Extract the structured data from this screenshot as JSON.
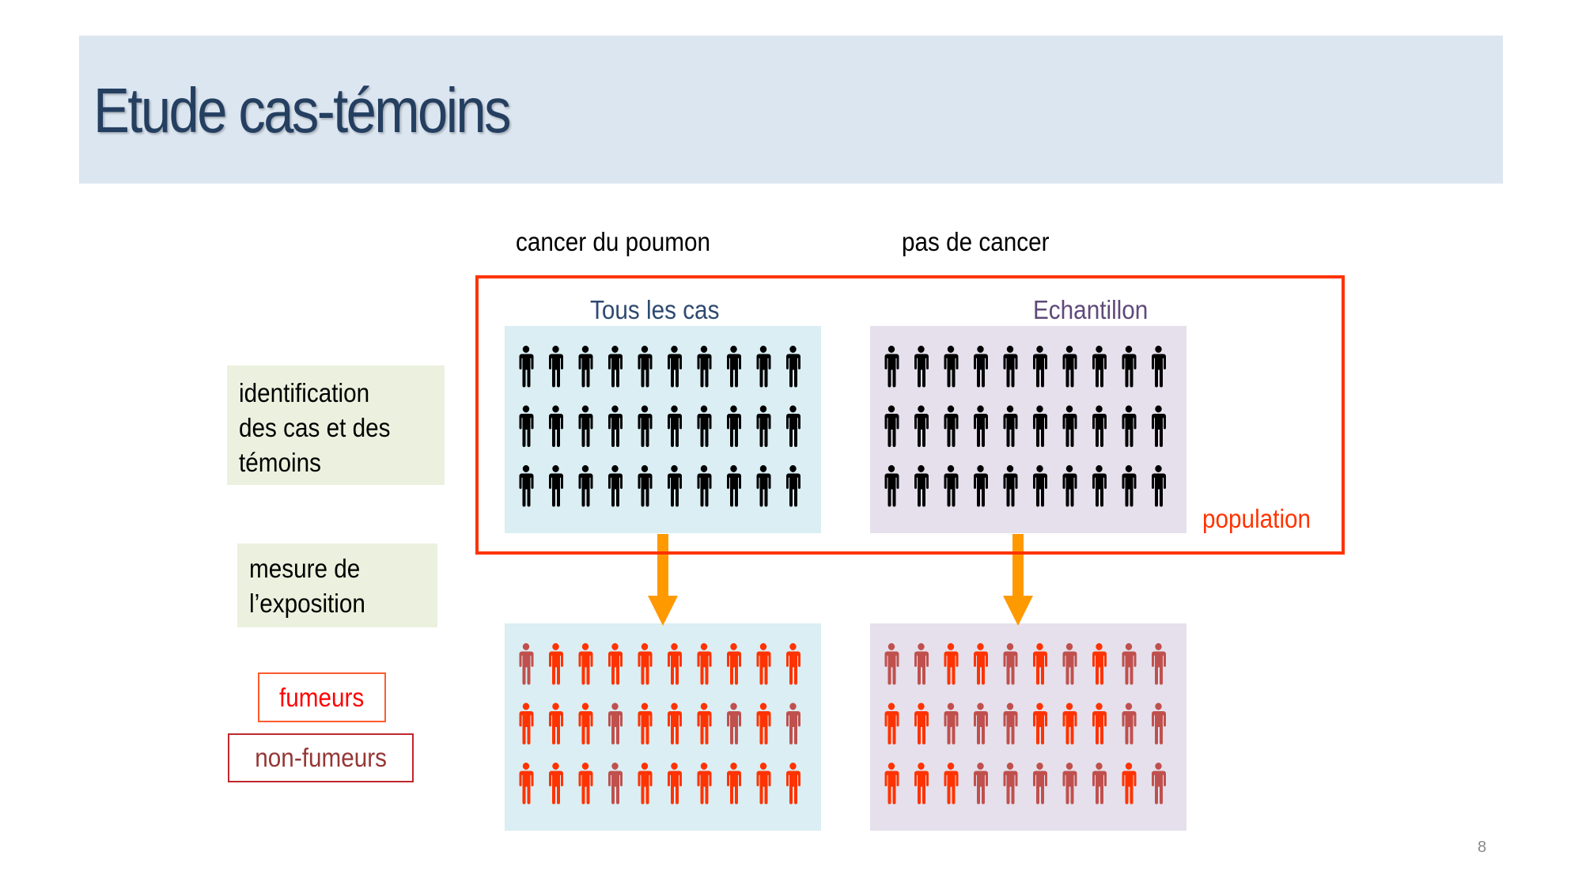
{
  "slide": {
    "title": "Etude cas-témoins",
    "page_number": "8"
  },
  "columns": {
    "cases_header": "cancer du poumon",
    "controls_header": "pas de cancer"
  },
  "groups": {
    "cases_label": "Tous les cas",
    "controls_label": "Echantillon",
    "population_label": "population"
  },
  "steps": {
    "identification": [
      "identification",
      "des cas et des",
      "témoins"
    ],
    "exposure": [
      "mesure de",
      "l’exposition"
    ]
  },
  "legend": {
    "smokers": "fumeurs",
    "non_smokers": "non-fumeurs"
  },
  "colors": {
    "header_band": "#DCE6F1",
    "title": "#243F60",
    "population_border": "#FF3300",
    "cases_bg": "#DAEEF3",
    "controls_bg": "#E5E0EC",
    "arrow": "#FF9900",
    "step_bg": "#EBF1DE",
    "smoker": "#FF3300",
    "non_smoker": "#C0504D",
    "unknown": "#000000",
    "cases_label": "#2E4A70",
    "controls_label": "#5F497A",
    "smokers_text": "#FF0000",
    "smokers_border": "#FF5B2E",
    "non_smokers_text": "#953735",
    "non_smokers_border": "#C0272D"
  },
  "grids": {
    "cases_before": {
      "rows": 3,
      "cols": 10,
      "cells": [
        "U",
        "U",
        "U",
        "U",
        "U",
        "U",
        "U",
        "U",
        "U",
        "U",
        "U",
        "U",
        "U",
        "U",
        "U",
        "U",
        "U",
        "U",
        "U",
        "U",
        "U",
        "U",
        "U",
        "U",
        "U",
        "U",
        "U",
        "U",
        "U",
        "U"
      ]
    },
    "controls_before": {
      "rows": 3,
      "cols": 10,
      "cells": [
        "U",
        "U",
        "U",
        "U",
        "U",
        "U",
        "U",
        "U",
        "U",
        "U",
        "U",
        "U",
        "U",
        "U",
        "U",
        "U",
        "U",
        "U",
        "U",
        "U",
        "U",
        "U",
        "U",
        "U",
        "U",
        "U",
        "U",
        "U",
        "U",
        "U"
      ]
    },
    "cases_after": {
      "rows": 3,
      "cols": 10,
      "cells": [
        "N",
        "S",
        "S",
        "S",
        "S",
        "S",
        "S",
        "S",
        "S",
        "S",
        "S",
        "S",
        "S",
        "N",
        "S",
        "S",
        "S",
        "N",
        "S",
        "N",
        "S",
        "S",
        "S",
        "N",
        "S",
        "S",
        "S",
        "S",
        "S",
        "S"
      ]
    },
    "controls_after": {
      "rows": 3,
      "cols": 10,
      "cells": [
        "N",
        "N",
        "S",
        "S",
        "N",
        "S",
        "N",
        "S",
        "N",
        "N",
        "S",
        "S",
        "N",
        "N",
        "N",
        "S",
        "S",
        "S",
        "N",
        "N",
        "S",
        "S",
        "S",
        "N",
        "N",
        "N",
        "N",
        "N",
        "S",
        "N"
      ]
    }
  },
  "counts": {
    "cases_smokers": 25,
    "cases_non_smokers": 5,
    "controls_smokers": 13,
    "controls_non_smokers": 17
  },
  "icons": {
    "person": "person-icon",
    "arrow": "arrow-down-icon"
  }
}
